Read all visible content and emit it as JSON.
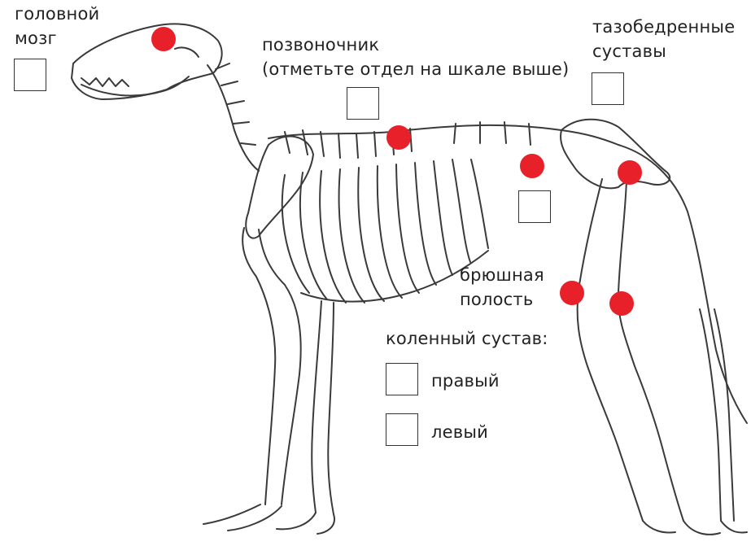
{
  "labels": {
    "brain_line1": "головной",
    "brain_line2": "мозг",
    "spine_line1": "позвоночник",
    "spine_line2": "(отметьте отдел на шкале выше)",
    "hips_line1": "тазобедренные",
    "hips_line2": "суставы",
    "abdomen_line1": "брюшная",
    "abdomen_line2": "полость",
    "knee_title": "коленный сустав:",
    "knee_right": "правый",
    "knee_left": "левый"
  },
  "colors": {
    "marker": "#e8202a",
    "bone_stroke": "#3a3a3a"
  },
  "checkboxes": [
    "brain",
    "spine",
    "hips",
    "abdomen",
    "knee-right",
    "knee-left"
  ],
  "markers": [
    "brain",
    "spine",
    "abdomen",
    "hip",
    "knee-right",
    "knee-left"
  ]
}
